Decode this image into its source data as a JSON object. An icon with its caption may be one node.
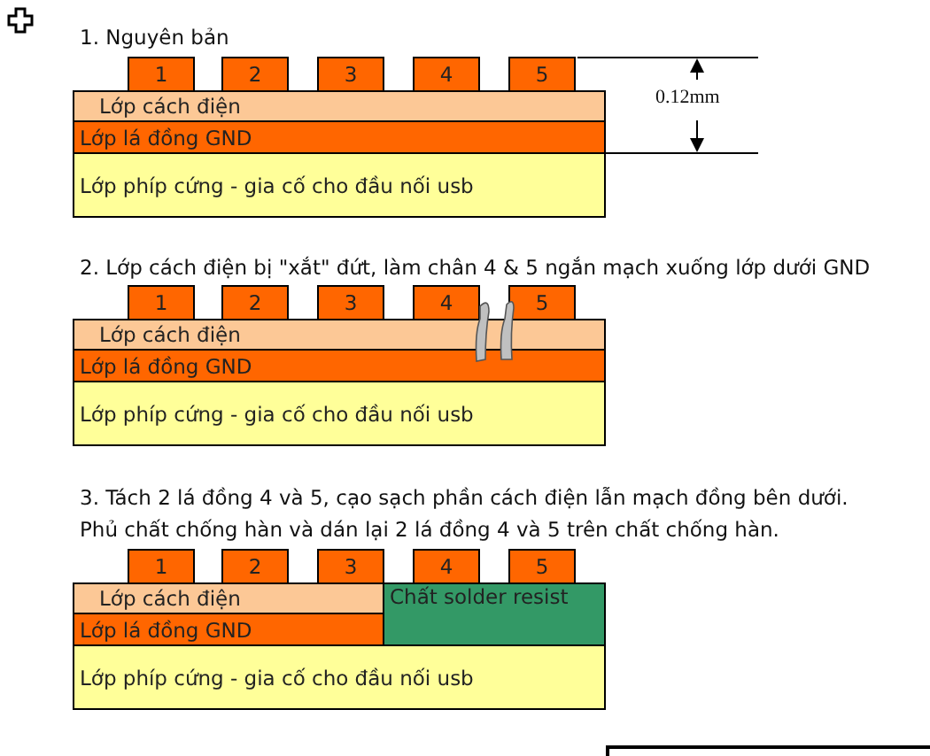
{
  "diagram": {
    "nodes": [
      {
        "text": [
          "1"
        ]
      },
      {
        "text": [
          "2"
        ]
      },
      {
        "text": [
          "3"
        ]
      },
      {
        "text": [
          "4"
        ]
      },
      {
        "text": [
          "5"
        ]
      },
      {
        "text": [
          "Lớp cách điện"
        ]
      },
      {
        "text": [
          "Lớp lá đồng GND"
        ]
      },
      {
        "text": [
          "Lớp phíp cứng - gia cố cho đầu nối usb"
        ]
      },
      {
        "text": [
          "1"
        ]
      },
      {
        "text": [
          "2"
        ]
      },
      {
        "text": [
          "3"
        ]
      },
      {
        "text": [
          "4"
        ]
      },
      {
        "text": [
          "5"
        ]
      },
      {
        "text": [
          "Lớp cách điện"
        ]
      },
      {
        "text": [
          "Lớp lá đồng GND"
        ]
      },
      {
        "text": [
          "Lớp phíp cứng - gia cố cho đầu nối usb"
        ]
      },
      {
        "text": [
          "1"
        ]
      },
      {
        "text": [
          "2"
        ]
      },
      {
        "text": [
          "3"
        ]
      },
      {
        "text": [
          "4"
        ]
      },
      {
        "text": [
          "5"
        ]
      },
      {
        "text": [
          "Lớp cách điện"
        ]
      },
      {
        "text": [
          "Lớp lá đồng GND"
        ]
      },
      {
        "text": [
          "Chất solder resist"
        ]
      },
      {
        "text": [
          "Lớp phíp cứng - gia cố cho đầu nối usb"
        ]
      }
    ],
    "edges": [],
    "labels": [
      "1. Nguyên bản",
      "0.12mm",
      "2. Lớp cách điện bị \"xắt\" đứt, làm chân 4 & 5 ngắn mạch xuống lớp dưới GND",
      "3. Tách 2 lá đồng 4 và 5, cạo sạch phần cách điện lẫn mạch đồng bên dưới.",
      "Phủ chất chống hàn và dán lại 2 lá đồng 4 và 5 trên chất chống hàn."
    ]
  }
}
